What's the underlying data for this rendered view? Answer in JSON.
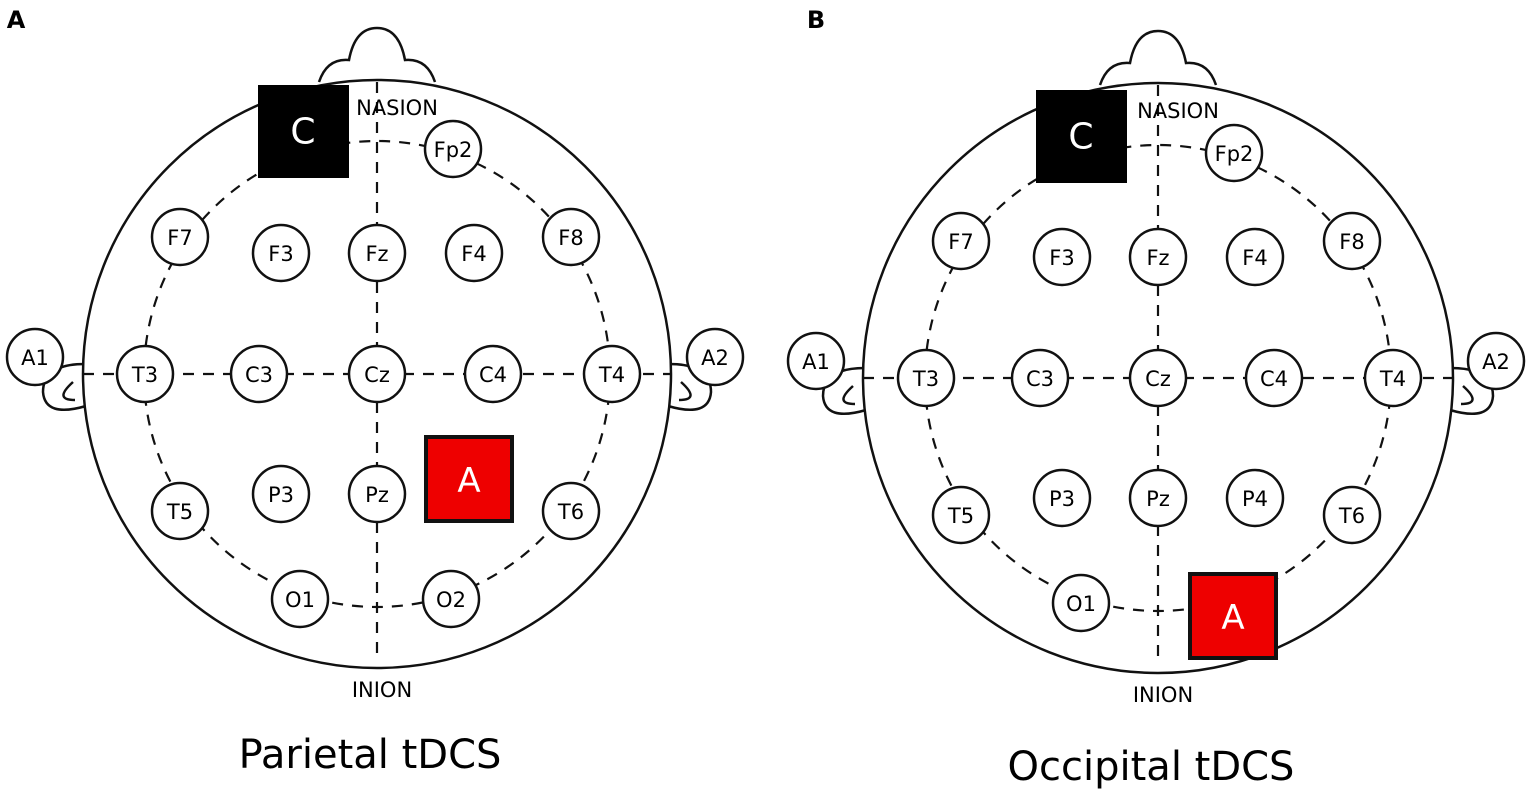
{
  "panels": [
    {
      "letter": "A",
      "title": "Parietal tDCS",
      "nasion": "NASION",
      "inion": "INION",
      "electrodes": [
        "Fp2",
        "F7",
        "F3",
        "Fz",
        "F4",
        "F8",
        "A1",
        "T3",
        "C3",
        "Cz",
        "C4",
        "T4",
        "A2",
        "T5",
        "P3",
        "Pz",
        "T6",
        "O1",
        "O2"
      ],
      "cathode": "C",
      "anode": "A"
    },
    {
      "letter": "B",
      "title": "Occipital tDCS",
      "nasion": "NASION",
      "inion": "INION",
      "electrodes": [
        "Fp2",
        "F7",
        "F3",
        "Fz",
        "F4",
        "F8",
        "A1",
        "T3",
        "C3",
        "Cz",
        "C4",
        "T4",
        "A2",
        "T5",
        "P3",
        "Pz",
        "P4",
        "T6",
        "O1"
      ],
      "cathode": "C",
      "anode": "A"
    }
  ],
  "colors": {
    "anode": "#ee0000",
    "cathode": "#000000",
    "line": "#111111"
  }
}
